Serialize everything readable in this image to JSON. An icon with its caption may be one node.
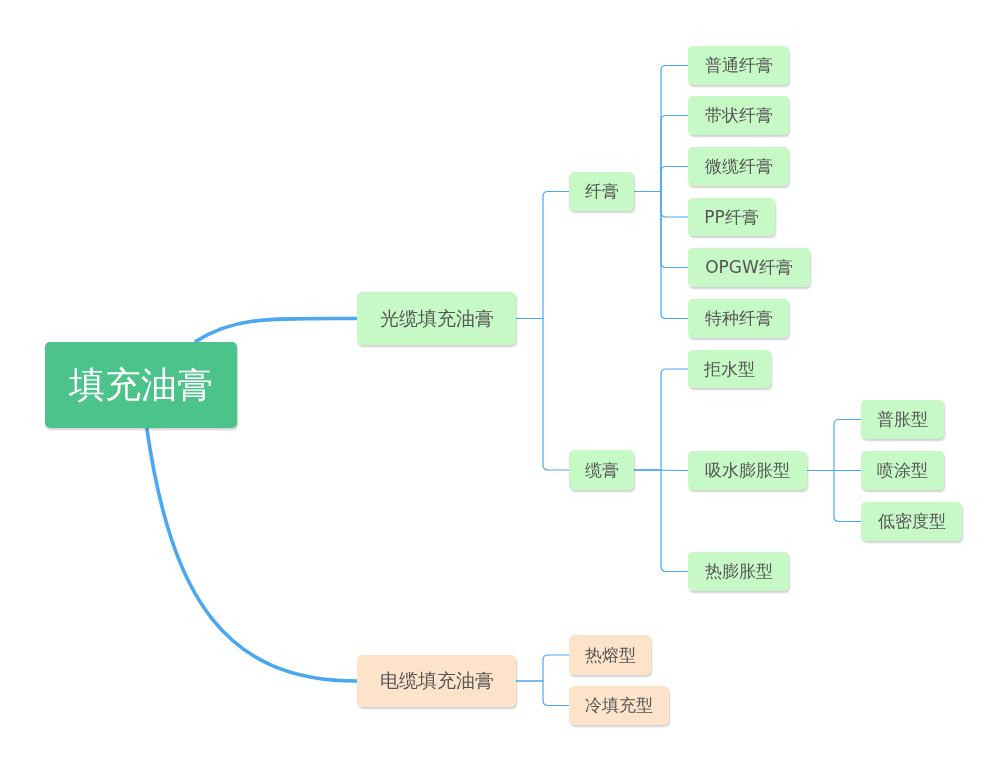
{
  "diagram": {
    "nodes": [
      {
        "text": [
          "填充油膏"
        ]
      },
      {
        "text": [
          "光缆填充油膏"
        ]
      },
      {
        "text": [
          "纤膏"
        ]
      },
      {
        "text": [
          "普通纤膏"
        ]
      },
      {
        "text": [
          "带状纤膏"
        ]
      },
      {
        "text": [
          "微缆纤膏"
        ]
      },
      {
        "text": [
          "PP纤膏"
        ]
      },
      {
        "text": [
          "OPGW纤膏"
        ]
      },
      {
        "text": [
          "特种纤膏"
        ]
      },
      {
        "text": [
          "缆膏"
        ]
      },
      {
        "text": [
          "拒水型"
        ]
      },
      {
        "text": [
          "吸水膨胀型"
        ]
      },
      {
        "text": [
          "普胀型"
        ]
      },
      {
        "text": [
          "喷涂型"
        ]
      },
      {
        "text": [
          "低密度型"
        ]
      },
      {
        "text": [
          "热膨胀型"
        ]
      },
      {
        "text": [
          "电缆填充油膏"
        ]
      },
      {
        "text": [
          "热熔型"
        ]
      },
      {
        "text": [
          "冷填充型"
        ]
      }
    ],
    "edges": [
      {
        "from": 0,
        "to": 1,
        "arrow": "none",
        "style": "thick"
      },
      {
        "from": 1,
        "to": 2,
        "arrow": "none"
      },
      {
        "from": 2,
        "to": 3,
        "arrow": "none"
      },
      {
        "from": 2,
        "to": 4,
        "arrow": "none"
      },
      {
        "from": 2,
        "to": 5,
        "arrow": "none"
      },
      {
        "from": 2,
        "to": 6,
        "arrow": "none"
      },
      {
        "from": 2,
        "to": 7,
        "arrow": "none"
      },
      {
        "from": 2,
        "to": 8,
        "arrow": "none"
      },
      {
        "from": 1,
        "to": 9,
        "arrow": "none"
      },
      {
        "from": 9,
        "to": 10,
        "arrow": "none"
      },
      {
        "from": 9,
        "to": 11,
        "arrow": "none"
      },
      {
        "from": 11,
        "to": 12,
        "arrow": "none"
      },
      {
        "from": 11,
        "to": 13,
        "arrow": "none"
      },
      {
        "from": 11,
        "to": 14,
        "arrow": "none"
      },
      {
        "from": 9,
        "to": 15,
        "arrow": "none"
      },
      {
        "from": 0,
        "to": 16,
        "arrow": "none",
        "style": "thick"
      },
      {
        "from": 16,
        "to": 17,
        "arrow": "none"
      },
      {
        "from": 16,
        "to": 18,
        "arrow": "none"
      }
    ]
  }
}
